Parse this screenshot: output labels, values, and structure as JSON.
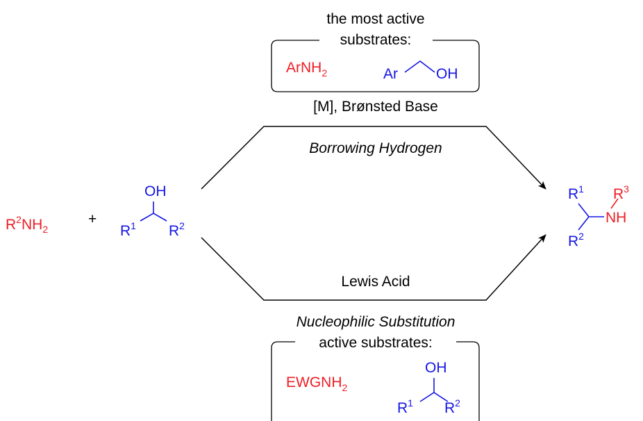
{
  "colors": {
    "amine": "#ee1c24",
    "alcohol": "#1414e6",
    "text": "#000000"
  },
  "reactants": {
    "amine": {
      "base": "R",
      "sup": "2",
      "tail": "NH",
      "sub": "2"
    },
    "plus": "+",
    "alcohol": {
      "oh": "OH",
      "r1": "R",
      "r1_sup": "1",
      "r2": "R",
      "r2_sup": "2"
    }
  },
  "top_route": {
    "box_title_line1": "the most active",
    "box_title_line2": "substrates:",
    "amine": {
      "main": "ArNH",
      "sub": "2"
    },
    "alcohol": {
      "ar": "Ar",
      "oh": "OH"
    },
    "conditions": "[M], Brønsted Base",
    "name": "Borrowing Hydrogen"
  },
  "bottom_route": {
    "conditions": "Lewis Acid",
    "name": "Nucleophilic Substitution",
    "box_title": "active substrates:",
    "amine": {
      "main": "EWGNH",
      "sub": "2"
    },
    "alcohol": {
      "oh": "OH",
      "r1": "R",
      "r1_sup": "1",
      "r2": "R",
      "r2_sup": "2"
    }
  },
  "product": {
    "r1": "R",
    "r1_sup": "1",
    "r2": "R",
    "r2_sup": "2",
    "nh": "NH",
    "r3": "R",
    "r3_sup": "3"
  }
}
